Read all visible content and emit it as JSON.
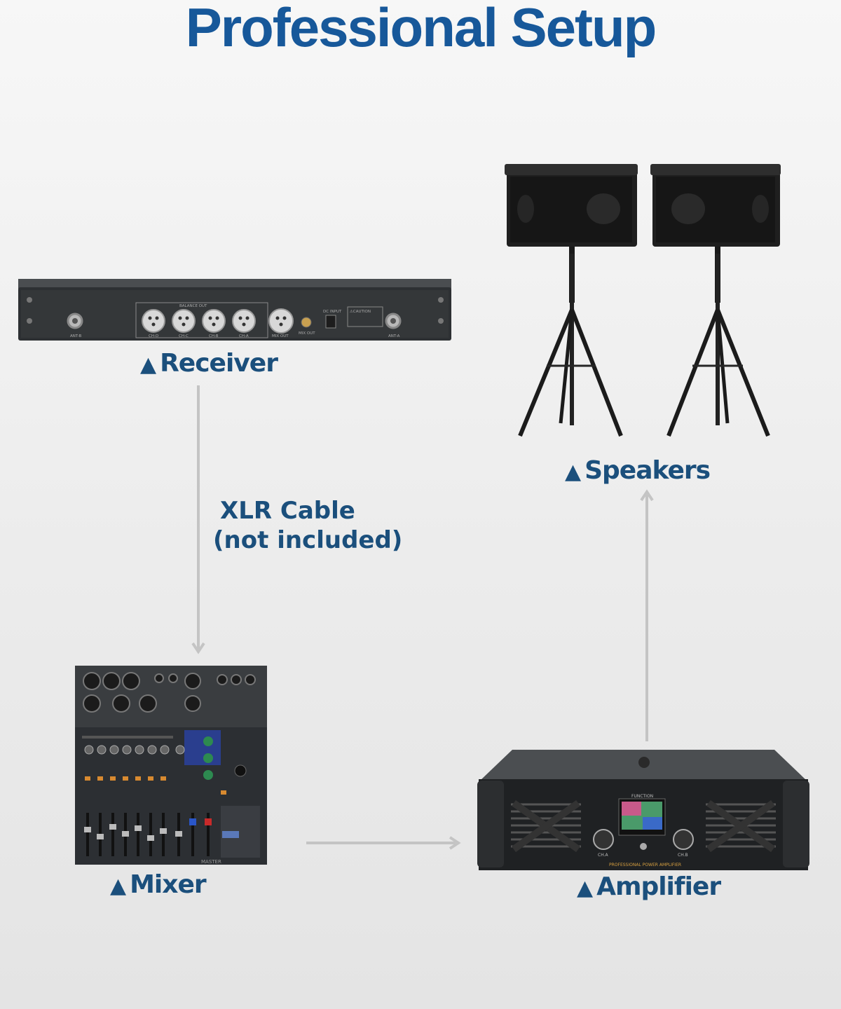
{
  "title": "Professional Setup",
  "labels": {
    "receiver": "Receiver",
    "speakers": "Speakers",
    "mixer": "Mixer",
    "amplifier": "Amplifier",
    "marker": "▲"
  },
  "cable": {
    "line1": "XLR Cable",
    "line2": "(not included)"
  },
  "receiver_panel": {
    "balance_out": "BALANCE OUT",
    "channels": [
      "CH-D",
      "CH-C",
      "CH-B",
      "CH-A"
    ],
    "mix_out_xlr": "MIX OUT",
    "mix_out_jack": "MIX OUT",
    "dc_input": "DC INPUT",
    "caution": "⚠CAUTION",
    "ant_b": "ANT-B",
    "ant_a": "ANT-A"
  },
  "amplifier_panel": {
    "function": "FUNCTION",
    "ch_a": "CH.A",
    "ch_b": "CH.B",
    "caption": "PROFESSIONAL POWER AMPLIFIER"
  },
  "mixer_panel": {
    "master": "MASTER"
  },
  "colors": {
    "title": "#17589a",
    "label": "#1b4f7c",
    "arrow": "#c4c4c4"
  }
}
